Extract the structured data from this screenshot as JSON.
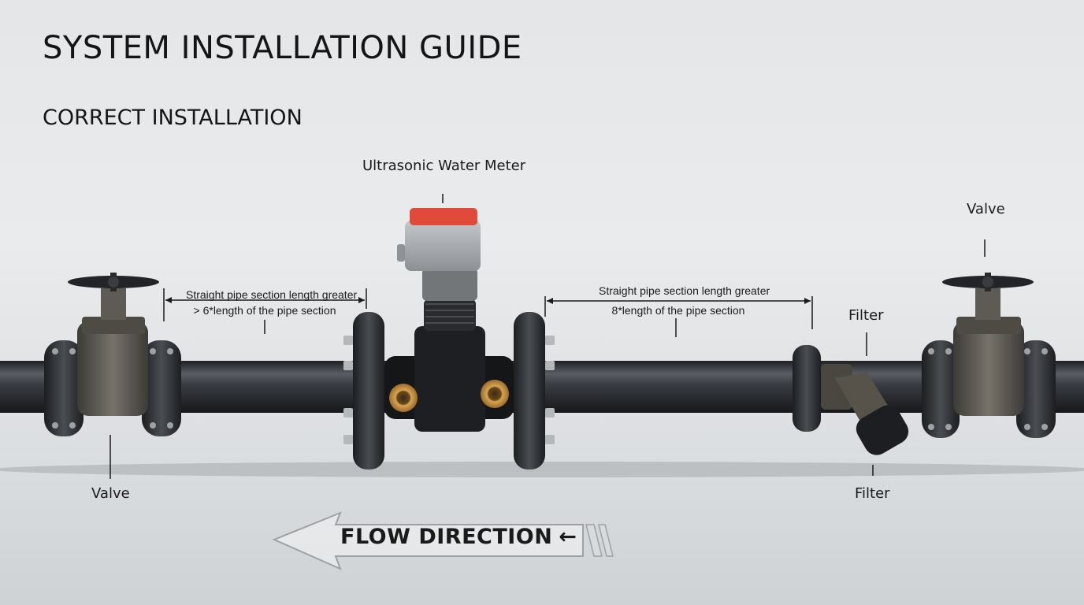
{
  "page": {
    "title": "SYSTEM INSTALLATION GUIDE",
    "section_title": "CORRECT INSTALLATION"
  },
  "labels": {
    "meter": "Ultrasonic Water Meter",
    "valve_left": "Valve",
    "valve_right": "Valve",
    "filter_top": "Filter",
    "filter_bottom": "Filter"
  },
  "notes": {
    "upstream_line1": "Straight pipe section length greater",
    "upstream_line2": "> 6*length of the pipe section",
    "downstream_line1": "Straight pipe section length greater",
    "downstream_line2": "8*length of the pipe section"
  },
  "flow": {
    "text": "FLOW DIRECTION",
    "arrow": "←"
  },
  "colors": {
    "pipe": "#3a3d42",
    "meter_cap": "#e04a3a",
    "meter_head": "#a9acb0",
    "brass": "#c08a3e",
    "valve_body": "#5b5851"
  }
}
